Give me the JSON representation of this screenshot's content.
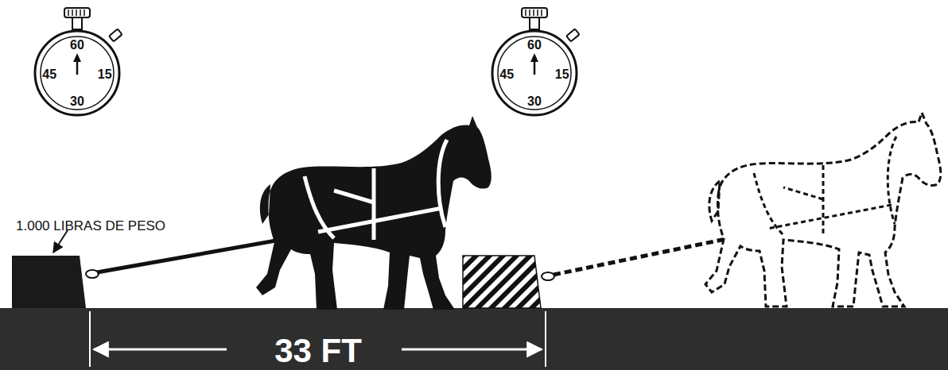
{
  "diagram": {
    "nodes": [
      {
        "text": [
          "60",
          "45",
          "15",
          "30"
        ]
      },
      {
        "text": [
          "60",
          "45",
          "15",
          "30"
        ]
      }
    ],
    "labels": [
      "1.000 LIBRAS DE PESO",
      "33 FT"
    ]
  }
}
